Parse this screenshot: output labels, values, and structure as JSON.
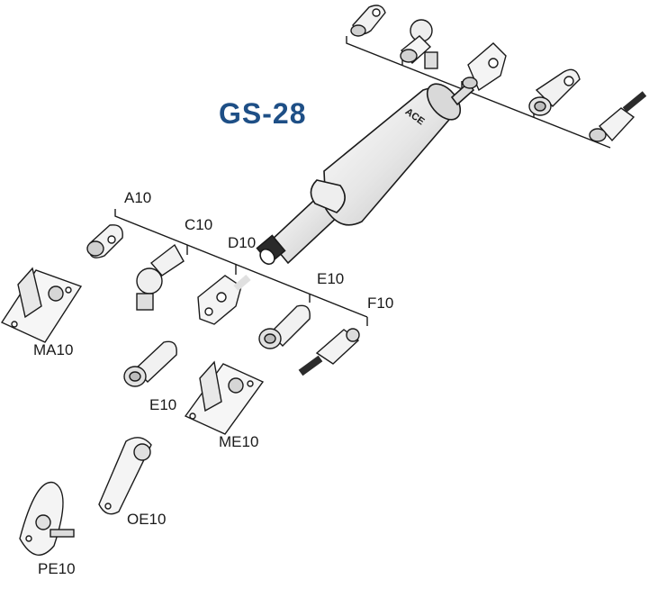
{
  "title": "GS-28",
  "brand": "ACE",
  "labels": {
    "a10": "A10",
    "c10": "C10",
    "d10": "D10",
    "e10_top": "E10",
    "f10": "F10",
    "ma10": "MA10",
    "e10": "E10",
    "me10": "ME10",
    "oe10": "OE10",
    "pe10": "PE10"
  },
  "colors": {
    "title": "#1e4f86",
    "line": "#1a1a1a",
    "fill": "#ffffff",
    "shade": "#cfcfcf"
  }
}
